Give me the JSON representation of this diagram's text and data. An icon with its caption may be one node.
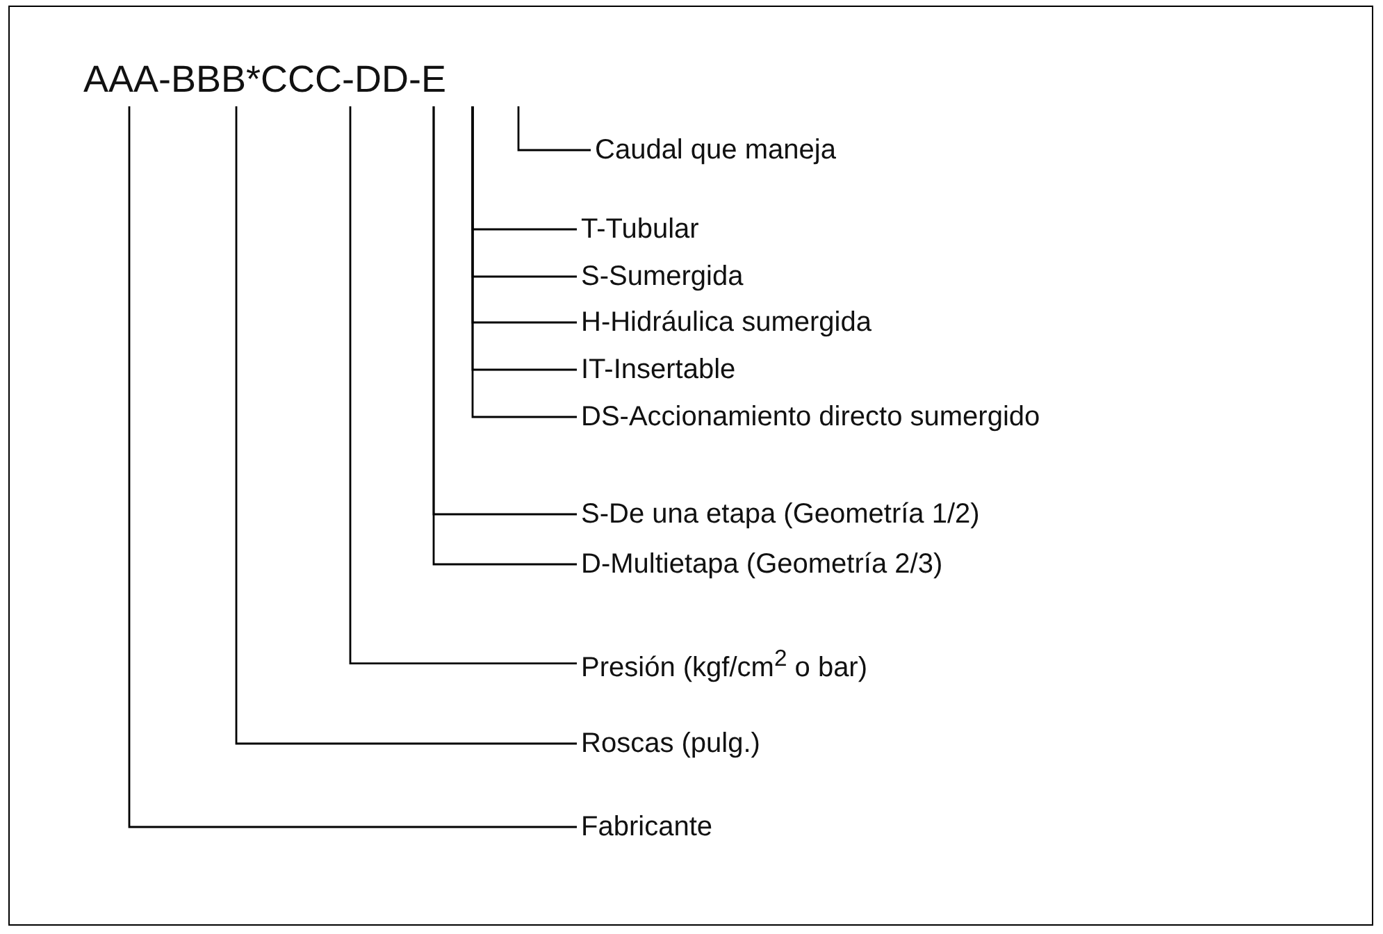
{
  "diagram": {
    "nodes": [
      {
        "text": [
          "AAA-BBB*CCC-DD-E"
        ]
      },
      {
        "text": [
          "Caudal que maneja"
        ]
      },
      {
        "text": [
          "T-Tubular"
        ]
      },
      {
        "text": [
          "S-Sumergida"
        ]
      },
      {
        "text": [
          "H-Hidráulica sumergida"
        ]
      },
      {
        "text": [
          "IT-Insertable"
        ]
      },
      {
        "text": [
          "DS-Accionamiento directo sumergido"
        ]
      },
      {
        "text": [
          "S-De una etapa (Geometría 1/2)"
        ]
      },
      {
        "text": [
          "D-Multietapa (Geometría 2/3)"
        ]
      },
      {
        "text": [
          "Presión (kgf/cm$^{2}$ o bar)"
        ]
      },
      {
        "text": [
          "Roscas (pulg.)"
        ]
      },
      {
        "text": [
          "Fabricante"
        ]
      }
    ],
    "edges": [
      {
        "from": 1,
        "to": 0,
        "arrow": "none"
      },
      {
        "from": 2,
        "to": 0,
        "arrow": "none"
      },
      {
        "from": 3,
        "to": 0,
        "arrow": "none"
      },
      {
        "from": 4,
        "to": 0,
        "arrow": "none"
      },
      {
        "from": 5,
        "to": 0,
        "arrow": "none"
      },
      {
        "from": 6,
        "to": 0,
        "arrow": "none"
      },
      {
        "from": 7,
        "to": 0,
        "arrow": "none"
      },
      {
        "from": 8,
        "to": 0,
        "arrow": "none"
      },
      {
        "from": 9,
        "to": 0,
        "arrow": "none"
      },
      {
        "from": 10,
        "to": 0,
        "arrow": "none"
      },
      {
        "from": 11,
        "to": 0,
        "arrow": "none"
      }
    ]
  }
}
